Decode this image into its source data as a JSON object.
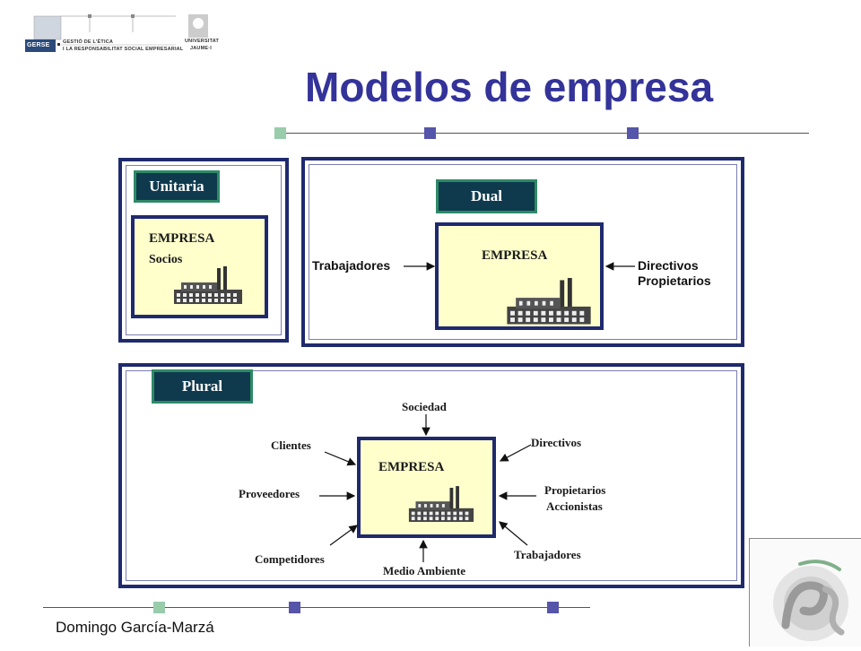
{
  "slide": {
    "title": "Modelos de empresa",
    "footer": "Domingo García-Marzá",
    "logo": {
      "name": "GERSE",
      "line1": "GESTIÓ DE L'ÈTICA",
      "line2": "I LA RESPONSABILITAT SOCIAL EMPRESARIAL",
      "uni1": "UNIVERSITAT",
      "uni2": "JAUME·I"
    }
  },
  "unitaria": {
    "tag": "Unitaria",
    "empresa": "EMPRESA",
    "socios": "Socios"
  },
  "dual": {
    "tag": "Dual",
    "empresa": "EMPRESA",
    "left": "Trabajadores",
    "right1": "Directivos",
    "right2": "Propietarios"
  },
  "plural": {
    "tag": "Plural",
    "empresa": "EMPRESA",
    "sociedad": "Sociedad",
    "clientes": "Clientes",
    "directivos": "Directivos",
    "proveedores": "Proveedores",
    "propietarios1": "Propietarios",
    "propietarios2": "Accionistas",
    "competidores": "Competidores",
    "medio": "Medio Ambiente",
    "trabajadores": "Trabajadores"
  },
  "colors": {
    "title": "#333399",
    "square_teal": "#99ccaa",
    "square_blue": "#5555aa",
    "panel_border": "#1f2a6e",
    "tag_bg": "#0f3a4e",
    "tag_border": "#2e8a66",
    "empresa_bg": "#ffffcc"
  }
}
